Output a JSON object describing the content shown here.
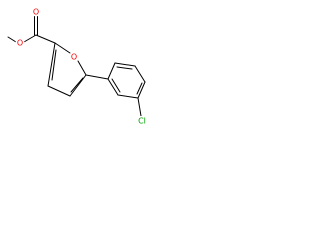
{
  "molecule": {
    "atoms": {
      "ester_oxygen": {
        "label": "O",
        "color": "#ff0000"
      },
      "ring_oxygen": {
        "label": "O",
        "color": "#ff0000"
      },
      "carbonyl_oxygen": {
        "label": "O",
        "color": "#ff0000"
      },
      "chlorine": {
        "label": "Cl",
        "color": "#00a000"
      }
    },
    "bond_color": "#000000",
    "background": "#ffffff"
  }
}
